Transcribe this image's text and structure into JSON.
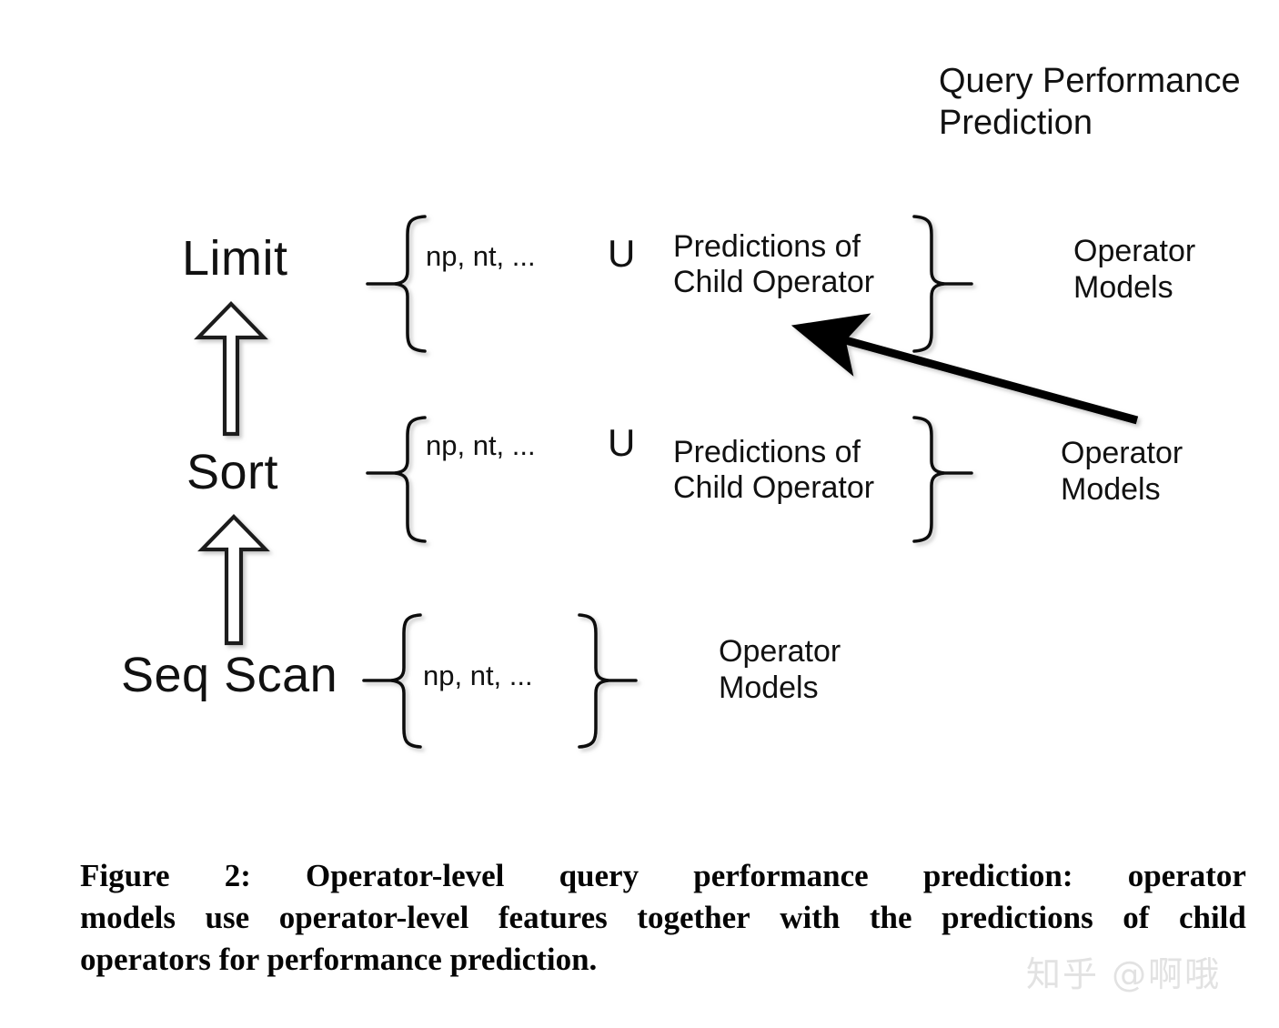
{
  "figure": {
    "title_text": "Query Performance Prediction",
    "qpp": {
      "line1": "Query Performance",
      "line2": "Prediction"
    },
    "operators": [
      {
        "name": "Limit",
        "label": "Limit"
      },
      {
        "name": "Sort",
        "label": "Sort"
      },
      {
        "name": "Seq Scan",
        "label": "Seq Scan"
      }
    ],
    "rows": [
      {
        "operator_label": "Limit",
        "features": "np, nt, ...",
        "union_symbol": "U",
        "child_predictions_line1": "Predictions of",
        "child_predictions_line2": "Child Operator",
        "model_line1": "Operator",
        "model_line2": "Models"
      },
      {
        "operator_label": "Sort",
        "features": "np, nt, ...",
        "union_symbol": "U",
        "child_predictions_line1": "Predictions of",
        "child_predictions_line2": "Child Operator",
        "model_line1": "Operator",
        "model_line2": "Models"
      },
      {
        "operator_label": "Seq Scan",
        "features": "np, nt, ...",
        "union_symbol": "",
        "child_predictions_line1": "",
        "child_predictions_line2": "",
        "model_line1": "Operator",
        "model_line2": "Models"
      }
    ],
    "colors": {
      "ink": "#000000",
      "background": "#ffffff",
      "hollow_arrow_fill": "#ffffff",
      "hollow_arrow_stroke": "#1a1a1a",
      "watermark": "#e2e2e2"
    }
  },
  "caption": {
    "line1": "Figure 2:   Operator-level  query  performance  prediction:   operator",
    "line2": "models use operator-level features together with the predictions of child",
    "line3": "operators for performance prediction.",
    "line1_words": [
      "Figure",
      "2:",
      "Operator-level",
      "query",
      "performance",
      "prediction:",
      "operator"
    ],
    "line2_words": [
      "models",
      "use",
      "operator-level",
      "features",
      "together",
      "with",
      "the",
      "predictions",
      "of",
      "child"
    ],
    "full": "Figure 2: Operator-level query performance prediction: operator models use operator-level features together with the predictions of child operators for performance prediction."
  },
  "watermark": {
    "text": "知乎 @啊哦"
  }
}
